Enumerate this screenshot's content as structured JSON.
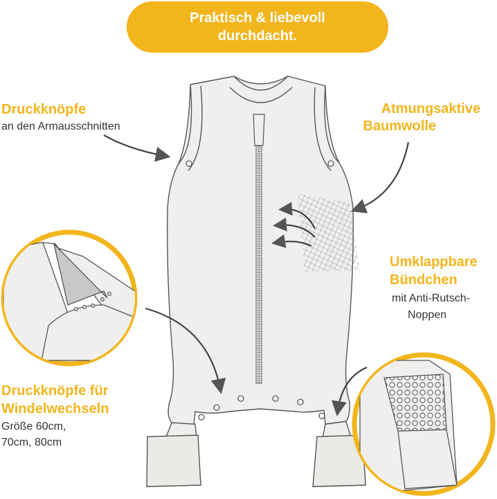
{
  "banner": {
    "line1": "Praktisch & liebevoll",
    "line2": "durchdacht."
  },
  "colors": {
    "accent": "#f3b51c",
    "garment": "#efefed",
    "outline": "#555555",
    "zipper": "#666666"
  },
  "callouts": {
    "druckknoepfe_arm": {
      "title": "Druckknöpfe",
      "text": "an den Armausschnitten"
    },
    "baumwolle": {
      "line1": "Atmungsaktive",
      "line2": "Baumwolle"
    },
    "buendchen": {
      "line1": "Umklappbare",
      "line2": "Bündchen",
      "text1": "mit Anti-Rutsch-",
      "text2": "Noppen"
    },
    "windel": {
      "line1": "Druckknöpfe für",
      "line2": "Windelwechseln",
      "text1": "Größe 60cm,",
      "text2": "70cm, 80cm"
    }
  }
}
